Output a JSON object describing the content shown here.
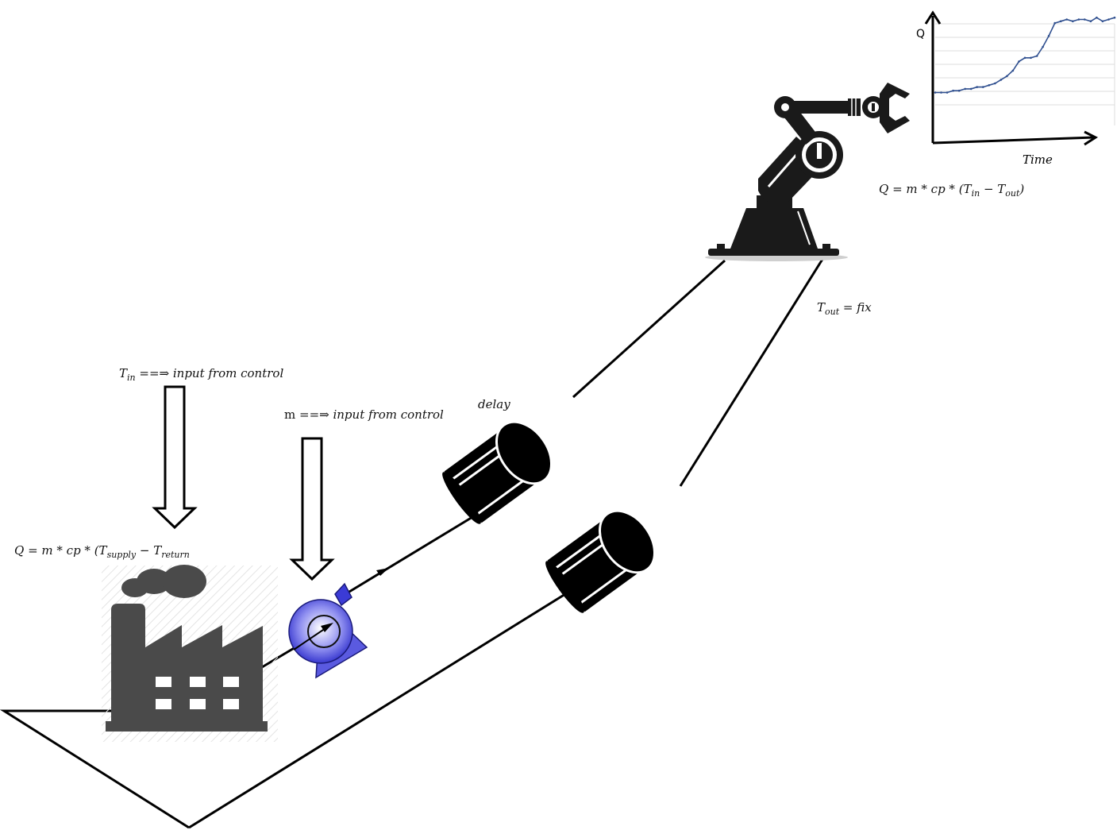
{
  "labels": {
    "q_robot": {
      "lhs": "Q = m * cp * (T",
      "sub1": "in",
      "mid": "  − T",
      "sub2": "out",
      "rhs": ")"
    },
    "t_out": {
      "base": "T",
      "sub": "out",
      "rest": " = fix"
    },
    "t_in": {
      "base": "T",
      "sub": "in",
      "rest": " ==⇒ input from control"
    },
    "m_input": {
      "base": "m",
      "rest": " ==⇒ input from control"
    },
    "delay": "delay",
    "q_factory": {
      "lhs": "Q = m * cp * (T",
      "sub1": "supply",
      "mid": "  − T",
      "sub2": "return"
    }
  },
  "chart_data": {
    "type": "line",
    "ylabel": "Q",
    "xlabel": "Time",
    "x": [
      0,
      1,
      2,
      3,
      4,
      5,
      6,
      7,
      8,
      9,
      10,
      11,
      12,
      13,
      14,
      15,
      16,
      17,
      18,
      19,
      20,
      21,
      22,
      23,
      24,
      25,
      26,
      27,
      28,
      29,
      30
    ],
    "series": [
      {
        "values": [
          5,
          5,
          5,
          6,
          6,
          7,
          7,
          8,
          8,
          9,
          10,
          12,
          14,
          17,
          22,
          24,
          24,
          25,
          30,
          36,
          43,
          44,
          45,
          44,
          45,
          45,
          44,
          46,
          44,
          45,
          46
        ]
      }
    ],
    "grid": true,
    "ticks_shown": false
  },
  "colors": {
    "pump": "#3b3bd6",
    "factory": "#4a4a4a",
    "robot": "#1a1a1a",
    "line": "#000000",
    "chart_line": "#2f4f8f"
  },
  "icons": [
    "factory-icon",
    "pump-icon",
    "robot-arm-icon",
    "pipe-delay-icon"
  ]
}
